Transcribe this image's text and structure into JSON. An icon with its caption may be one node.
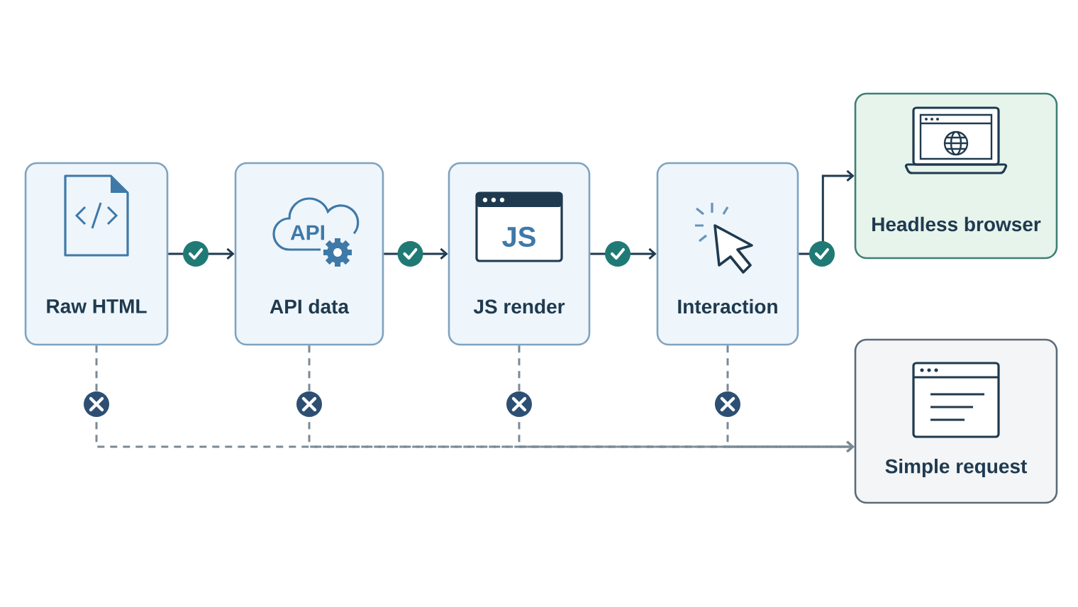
{
  "diagram": {
    "nodes": [
      {
        "text": [
          "Raw HTML"
        ]
      },
      {
        "text": [
          "API",
          "API data"
        ]
      },
      {
        "text": [
          "JS",
          "JS render"
        ]
      },
      {
        "text": [
          "Interaction"
        ]
      },
      {
        "text": [
          "Headless browser"
        ]
      },
      {
        "text": [
          "Simple request"
        ]
      }
    ],
    "edges": [
      {
        "from": 0,
        "to": 1,
        "arrow": "to"
      },
      {
        "from": 1,
        "to": 2,
        "arrow": "to"
      },
      {
        "from": 2,
        "to": 3,
        "arrow": "to"
      },
      {
        "from": 3,
        "to": 4,
        "arrow": "to"
      },
      {
        "from": 0,
        "to": 5,
        "arrow": "to",
        "style": "dashed",
        "color": "#7a8a96"
      },
      {
        "from": 1,
        "to": 5,
        "arrow": "to",
        "style": "dashed",
        "color": "#7a8a96"
      },
      {
        "from": 2,
        "to": 5,
        "arrow": "to",
        "style": "dashed",
        "color": "#7a8a96"
      },
      {
        "from": 3,
        "to": 5,
        "arrow": "to",
        "style": "dashed",
        "color": "#7a8a96"
      }
    ]
  }
}
